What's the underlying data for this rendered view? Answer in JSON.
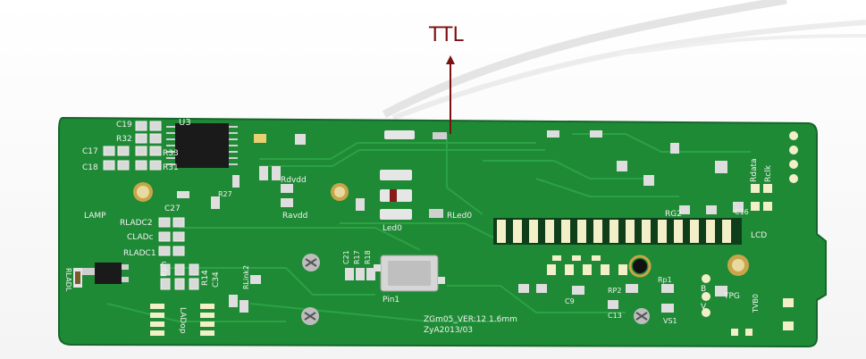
{
  "annotation": {
    "label": "TTL",
    "arrow_color": "#7a1010"
  },
  "board": {
    "color": "#1f8a35",
    "labels": {
      "c19": "C19",
      "u3": "U3",
      "r32": "R32",
      "c17": "C17",
      "r33": "R33",
      "c18": "C18",
      "r31": "R31",
      "c27": "C27",
      "r27": "R27",
      "rdvdd": "Rdvdd",
      "ravdd": "Ravdd",
      "led0": "Led0",
      "rled0": "RLed0",
      "lamp": "LAMP",
      "rladc2": "RLADC2",
      "cladc": "CLADc",
      "rladc1": "RLADC1",
      "rladl": "RLADL",
      "rph": "Rph",
      "r14": "R14",
      "c34": "C34",
      "rlink2": "RLink2",
      "c21": "C21",
      "r17": "R17",
      "r18": "R18",
      "pin1": "Pin1",
      "ladop": "LADop",
      "lcd": "LCD",
      "rg2": "RG2",
      "c16": "C16",
      "rdata": "Rdata",
      "rclk": "Rclk",
      "c9": "C9",
      "c13": "C13",
      "rp2": "RP2",
      "rp1": "Rp1",
      "vs1": "VS1",
      "tpg": "TPG",
      "tvb0": "TVB0",
      "b": "B",
      "v": "V",
      "ver": "ZGm05_VER:12 1.6mm",
      "date": "ZyA2013/03"
    }
  }
}
